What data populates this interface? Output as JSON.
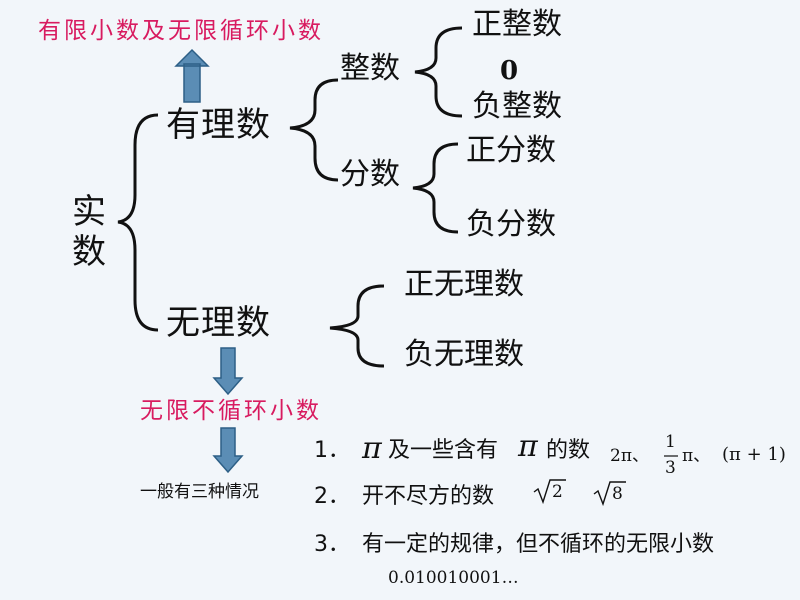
{
  "title": "有限小数及无限循环小数",
  "root": "实数",
  "branches": {
    "rational": "有理数",
    "irrational": "无理数",
    "integer": "整数",
    "fraction": "分数",
    "positive_integer": "正整数",
    "zero": "0",
    "negative_integer": "负整数",
    "positive_fraction": "正分数",
    "negative_fraction": "负分数",
    "positive_irrational": "正无理数",
    "negative_irrational": "负无理数"
  },
  "irrational_definition": "无限不循环小数",
  "common_cases_label": "一般有三种情况",
  "cases": [
    {
      "num": "1．",
      "pi1": "π",
      "text1": "及一些含有",
      "pi2": "π",
      "text2": "的数",
      "example1": "2π、",
      "frac_num": "1",
      "frac_den": "3",
      "example2_tail": "π、",
      "example3": "(π + 1)"
    },
    {
      "num": "2．",
      "text": "开不尽方的数",
      "radicand1": "2",
      "radicand2": "8"
    },
    {
      "num": "3．",
      "text": "有一定的规律，但不循环的无限小数",
      "example": "0.010010001…"
    }
  ],
  "colors": {
    "accent_pink": "#d81b60",
    "arrow_fill": "#5b8db5",
    "arrow_stroke": "#2d5f86",
    "background": "#f2f6fa"
  }
}
